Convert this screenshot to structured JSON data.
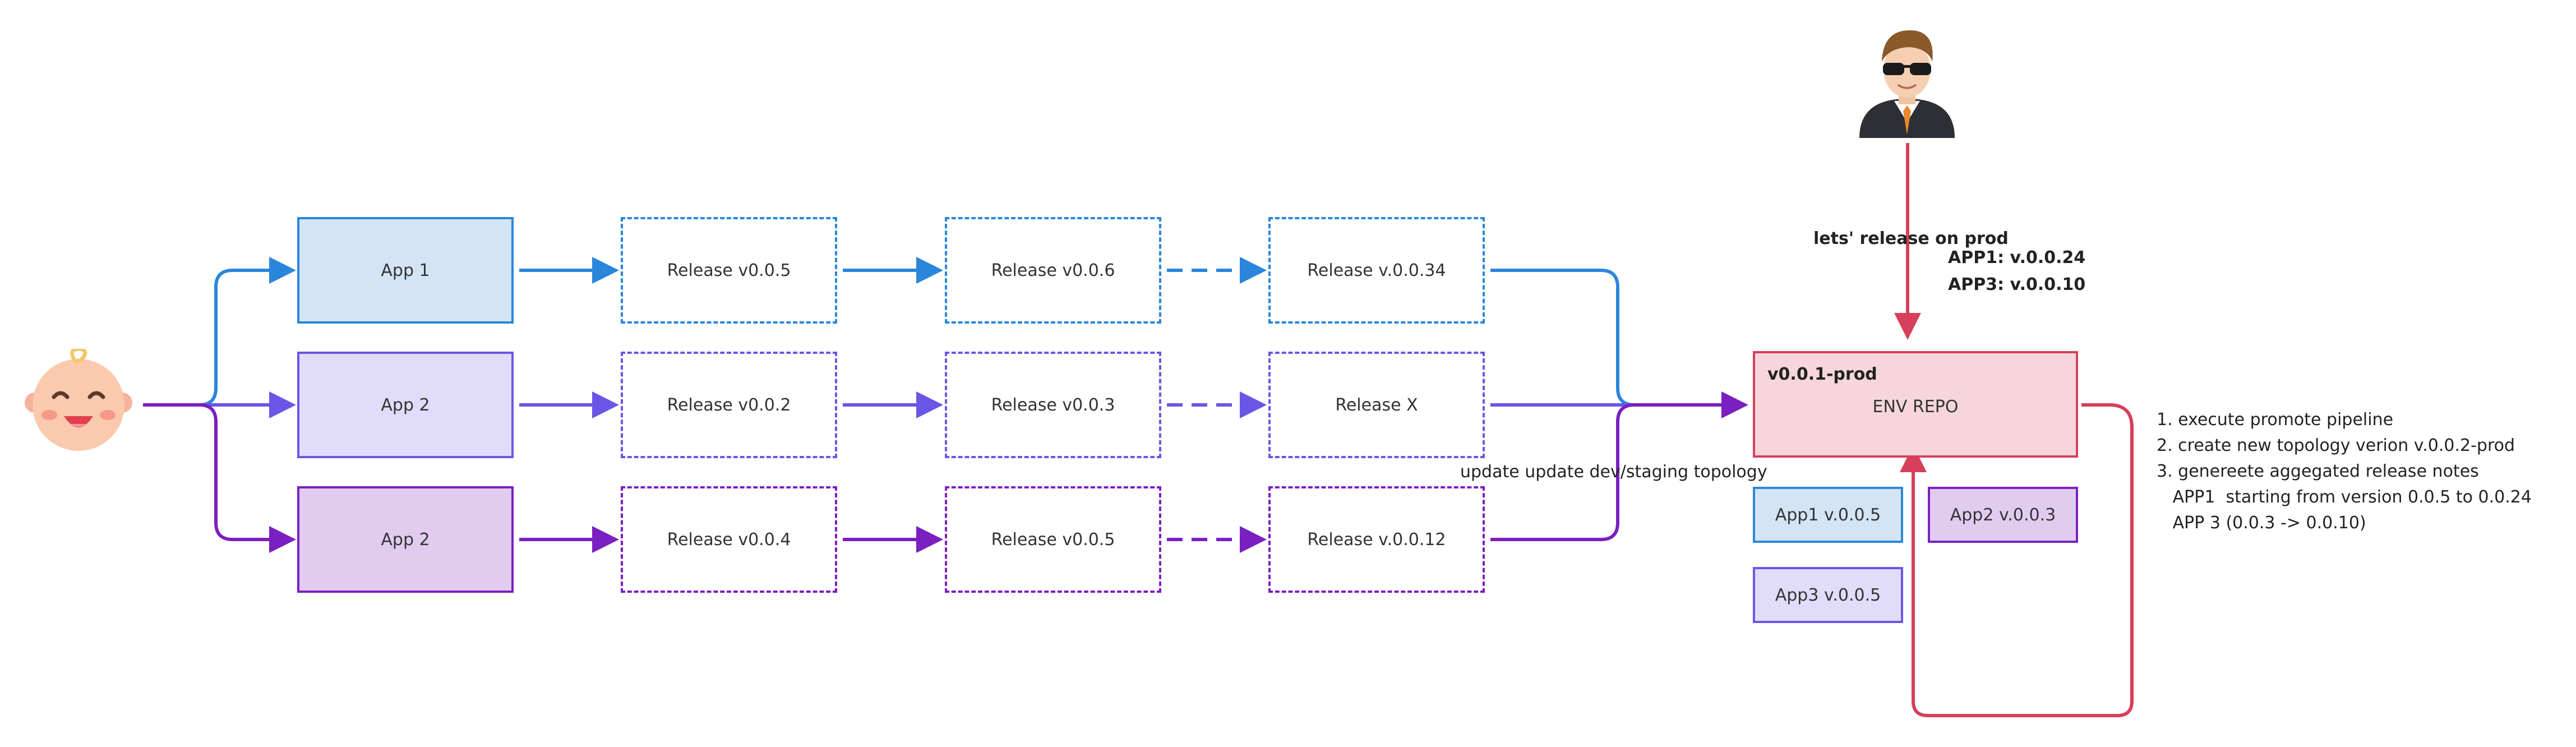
{
  "colors": {
    "blue": "#2a86db",
    "indigo": "#6a56e6",
    "purple": "#7a1fc0",
    "red": "#d6405a"
  },
  "icons": {
    "developer": "baby-face-icon",
    "manager": "man-with-sunglasses-icon"
  },
  "rows": [
    {
      "app": "App 1",
      "releases": [
        "Release v0.0.5",
        "Release v0.0.6",
        "Release v.0.0.34"
      ]
    },
    {
      "app": "App 2",
      "releases": [
        "Release v0.0.2",
        "Release v0.0.3",
        "Release X"
      ]
    },
    {
      "app": "App 2",
      "releases": [
        "Release v0.0.4",
        "Release v0.0.5",
        "Release v.0.0.12"
      ]
    }
  ],
  "env_repo": {
    "version": "v0.0.1-prod",
    "name": "ENV REPO",
    "apps": [
      "App1 v.0.0.5",
      "App2 v.0.0.3",
      "App3 v.0.0.5"
    ]
  },
  "labels": {
    "release_prod": "lets' release on prod",
    "app1_version": "APP1: v.0.0.24",
    "app3_version": "APP3: v.0.0.10",
    "update_topology": "update update dev/staging  topology"
  },
  "notes": [
    "1. execute promote pipeline",
    "2. create new topology verion v.0.0.2-prod",
    "3. genereete aggegated release notes",
    "   APP1  starting from version 0.0.5 to 0.0.24",
    "   APP 3 (0.0.3 -> 0.0.10)"
  ]
}
